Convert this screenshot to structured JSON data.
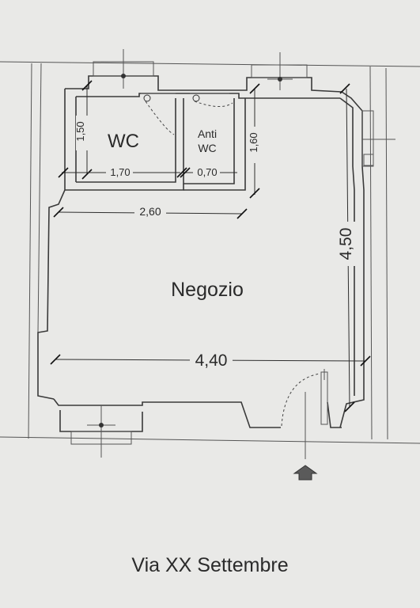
{
  "rooms": {
    "wc": "WC",
    "anti_wc_line1": "Anti",
    "anti_wc_line2": "WC",
    "negozio": "Negozio"
  },
  "dimensions": {
    "wc_height": "1,50",
    "wc_width": "1,70",
    "anti_wc_width": "0,70",
    "anti_wc_height": "1,60",
    "upper_width": "2,60",
    "total_depth": "4,50",
    "total_width": "4,40"
  },
  "street": "Via XX Settembre",
  "icons": {
    "entrance": "entrance-arrow-icon",
    "window": "window-icon",
    "door": "door-swing-icon"
  },
  "colors": {
    "paper": "#e9e9e7",
    "lines": "#3a3a3a"
  }
}
